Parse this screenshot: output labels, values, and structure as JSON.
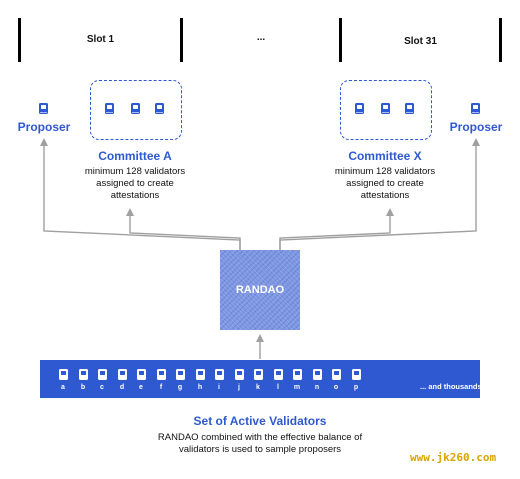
{
  "slots": {
    "first": "Slot 1",
    "middle": "...",
    "last": "Slot 31"
  },
  "left_proposer": {
    "label": "Proposer",
    "icon": "validator-icon"
  },
  "right_proposer": {
    "label": "Proposer",
    "icon": "validator-icon"
  },
  "committee_a": {
    "title": "Committee A",
    "description_lines": [
      "minimum 128 validators",
      "assigned to create",
      "attestations"
    ]
  },
  "committee_x": {
    "title": "Committee X",
    "description_lines": [
      "minimum 128 validators",
      "assigned to create",
      "attestations"
    ]
  },
  "randao": {
    "label": "RANDAO"
  },
  "validator_bar": {
    "letters": [
      "a",
      "b",
      "c",
      "d",
      "e",
      "f",
      "g",
      "h",
      "i",
      "j",
      "k",
      "l",
      "m",
      "n",
      "o",
      "p"
    ],
    "more_text": "... and thousands more"
  },
  "footer": {
    "title": "Set of Active Validators",
    "description_lines": [
      "RANDAO combined with the effective balance of",
      "validators is used to sample proposers"
    ]
  },
  "watermark": "www.jk260.com",
  "colors": {
    "accent": "#2f59d1",
    "arrow": "#a0a0a0",
    "randao_fill": "#7e97e3",
    "watermark": "#d9a400"
  }
}
